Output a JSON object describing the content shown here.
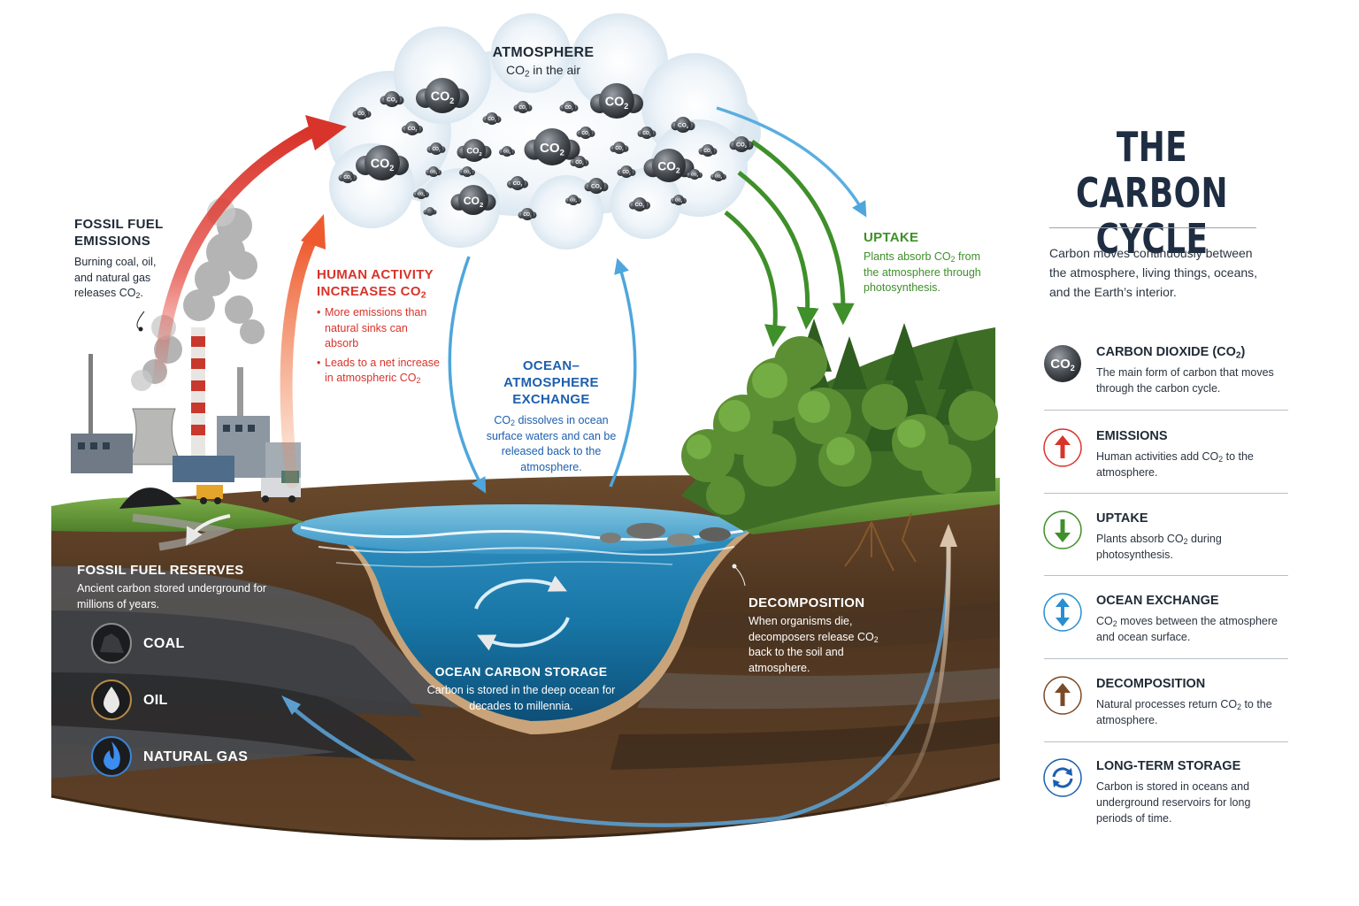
{
  "title": "THE CARBON CYCLE",
  "title_lines": [
    "THE CARBON",
    "CYCLE"
  ],
  "intro": "Carbon moves continuously between the atmosphere, living things, oceans, and the Earth’s interior.",
  "atmosphere": {
    "title": "ATMOSPHERE",
    "subtitle_pre": "CO",
    "subtitle_sub": "2",
    "subtitle_post": " in the air"
  },
  "co2_pre": "CO",
  "co2_sub": "2",
  "fossil_emissions": {
    "title_line1": "FOSSIL FUEL",
    "title_line2": "EMISSIONS",
    "desc_line1": "Burning coal, oil,",
    "desc_line2": "and natural gas",
    "desc_line3_pre": "releases CO",
    "desc_line3_sub": "2",
    "desc_line3_post": "."
  },
  "human_activity": {
    "title_line1": "HUMAN ACTIVITY",
    "title_line2_pre": "INCREASES CO",
    "title_line2_sub": "2",
    "bullet1": "More emissions than natural sinks can absorb",
    "bullet2_pre": "Leads to a net increase in atmospheric CO",
    "bullet2_sub": "2"
  },
  "ocean_exchange": {
    "title_line1": "OCEAN–ATMOSPHERE",
    "title_line2": "EXCHANGE",
    "desc_pre": "CO",
    "desc_sub": "2",
    "desc_post": " dissolves in ocean surface waters and can be released back to the atmosphere."
  },
  "uptake": {
    "title": "UPTAKE",
    "desc_pre": "Plants absorb CO",
    "desc_sub": "2",
    "desc_post": " from the atmosphere through photosynthesis."
  },
  "reserves": {
    "title": "FOSSIL FUEL RESERVES",
    "desc": "Ancient carbon stored underground for millions of years."
  },
  "fuels": [
    "COAL",
    "OIL",
    "NATURAL GAS"
  ],
  "decomposition": {
    "title": "DECOMPOSITION",
    "desc_pre": "When organisms die, decomposers release CO",
    "desc_sub": "2",
    "desc_post": " back to the soil and atmosphere."
  },
  "ocean_storage": {
    "title": "OCEAN CARBON STORAGE",
    "desc": "Carbon is stored in the deep ocean for decades to millennia."
  },
  "legend": [
    {
      "icon": "co2-molecule-icon",
      "title_pre": "CARBON DIOXIDE (CO",
      "title_sub": "2",
      "title_post": ")",
      "desc_pre": "The main form of carbon that moves through the carbon cycle.",
      "desc_sub": "",
      "desc_post": ""
    },
    {
      "icon": "red-up-arrow-icon",
      "title_pre": "EMISSIONS",
      "title_sub": "",
      "title_post": "",
      "desc_pre": "Human activities add CO",
      "desc_sub": "2",
      "desc_post": " to the atmosphere."
    },
    {
      "icon": "green-down-arrow-icon",
      "title_pre": "UPTAKE",
      "title_sub": "",
      "title_post": "",
      "desc_pre": "Plants absorb CO",
      "desc_sub": "2",
      "desc_post": " during photosynthesis."
    },
    {
      "icon": "blue-double-arrow-icon",
      "title_pre": "OCEAN EXCHANGE",
      "title_sub": "",
      "title_post": "",
      "desc_pre": "CO",
      "desc_sub": "2",
      "desc_post": " moves between the atmosphere and ocean surface."
    },
    {
      "icon": "brown-up-arrow-icon",
      "title_pre": "DECOMPOSITION",
      "title_sub": "",
      "title_post": "",
      "desc_pre": "Natural processes return CO",
      "desc_sub": "2",
      "desc_post": " to the atmosphere."
    },
    {
      "icon": "cycle-arrows-icon",
      "title_pre": "LONG-TERM STORAGE",
      "title_sub": "",
      "title_post": "",
      "desc_pre": "Carbon is stored in oceans and underground reservoirs for long periods of time.",
      "desc_sub": "",
      "desc_post": ""
    }
  ],
  "colors": {
    "emission": "#d8342b",
    "uptake": "#3f8f2a",
    "ocean": "#1d5fae",
    "decomposition": "#7a4a27",
    "title": "#1f2d42"
  }
}
